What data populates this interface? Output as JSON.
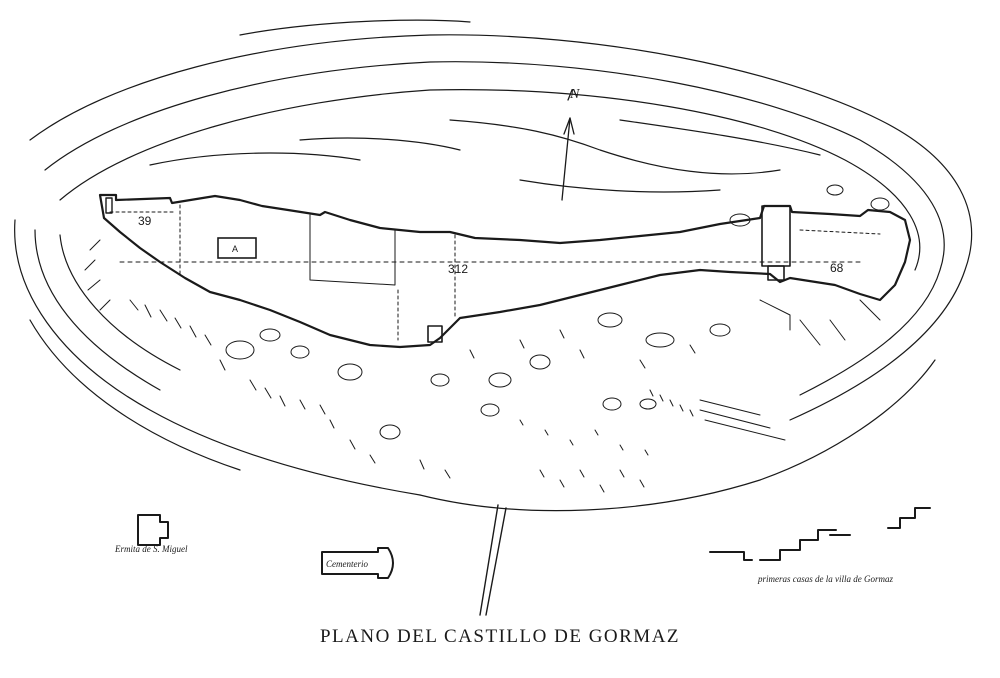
{
  "title": "PLANO DEL CASTILLO DE GORMAZ",
  "north_label": "N",
  "measurements": [
    "39",
    "312",
    "68"
  ],
  "labels": {
    "ermita": "Ermita de S. Miguel",
    "cementerio": "Cementerio",
    "casas": "primeras casas de la villa de Gormaz",
    "building_a": "A"
  },
  "colors": {
    "ink": "#1a1a1a",
    "paper": "#ffffff"
  }
}
